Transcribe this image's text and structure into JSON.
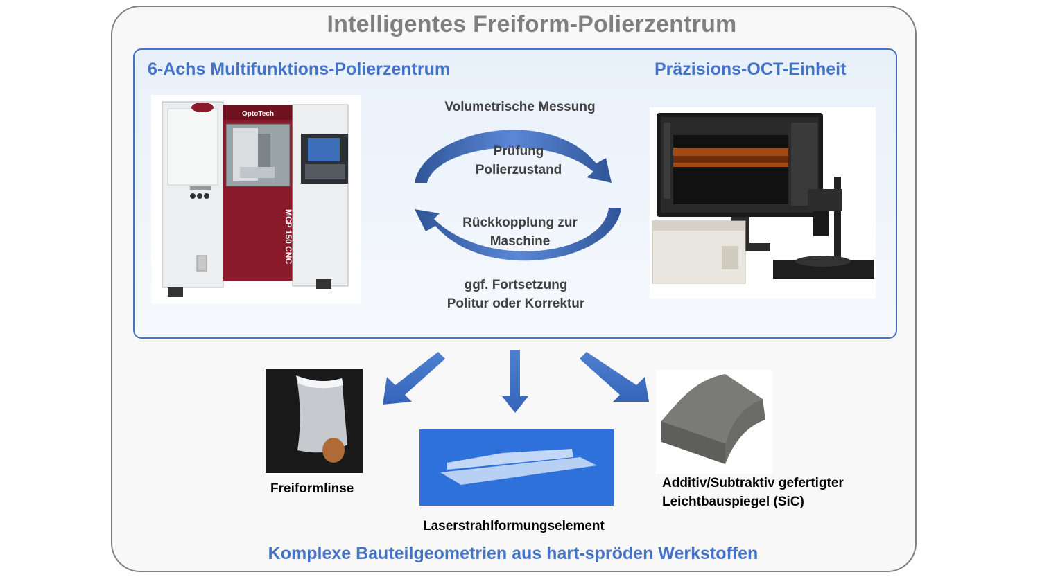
{
  "title": "Intelligentes Freiform-Polierzentrum",
  "left_head": "6-Achs Multifunktions-Polierzentrum",
  "right_head": "Präzisions-OCT-Einheit",
  "machine": {
    "brand": "OptoTech",
    "model": "MCP 150 CNC"
  },
  "cycle": {
    "top": "Volumetrische Messung",
    "mid_top": [
      "Prüfung",
      "Polierzustand"
    ],
    "mid_bottom": [
      "Rückkopplung zur",
      "Maschine"
    ],
    "bottom": [
      "ggf. Fortsetzung",
      "Politur oder Korrektur"
    ]
  },
  "products": {
    "left": "Freiformlinse",
    "center": "Laserstrahlformungselement",
    "right": [
      "Additiv/Subtraktiv gefertigter",
      "Leichtbauspiegel (SiC)"
    ]
  },
  "footer": "Komplexe Bauteilgeometrien aus hart-spröden Werkstoffen",
  "colors": {
    "accent": "#4472c4",
    "title_gray": "#7f7f7f",
    "machine_red": "#8b1a2b"
  }
}
